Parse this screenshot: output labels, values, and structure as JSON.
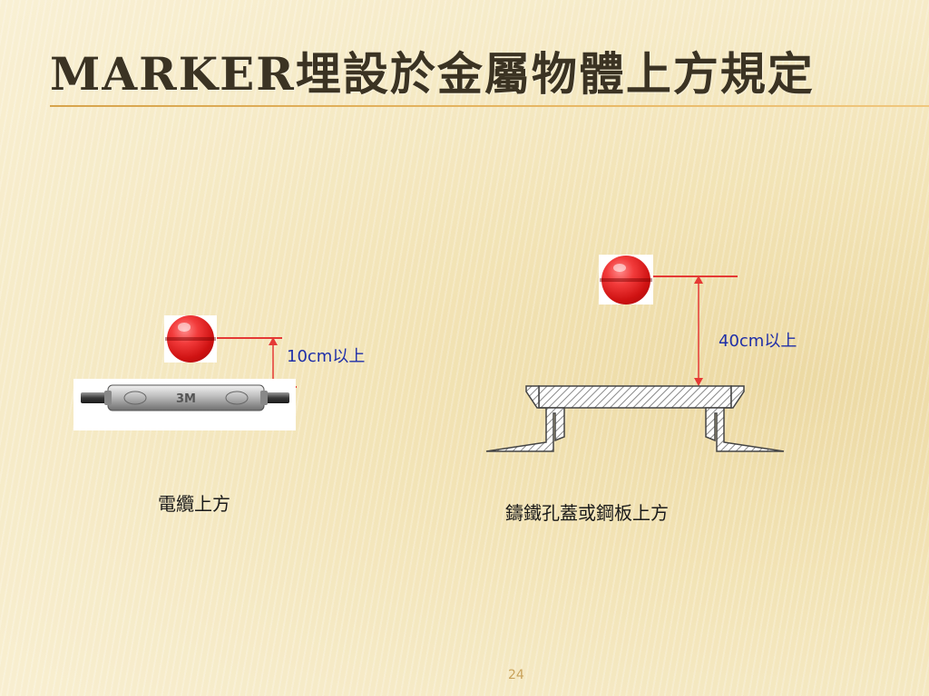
{
  "slide": {
    "title": "MARKER埋設於金屬物體上方規定",
    "page_number": "24"
  },
  "left_diagram": {
    "distance_label": "10cm以上",
    "caption": "電纜上方",
    "cable_marking": "3M"
  },
  "right_diagram": {
    "distance_label": "40cm以上",
    "caption": "鑄鐵孔蓋或鋼板上方"
  },
  "colors": {
    "accent_rule": "#e8b865",
    "dimension_line": "#e53935",
    "dimension_text": "#1f2fa8",
    "marker_ball": "#e02020"
  }
}
